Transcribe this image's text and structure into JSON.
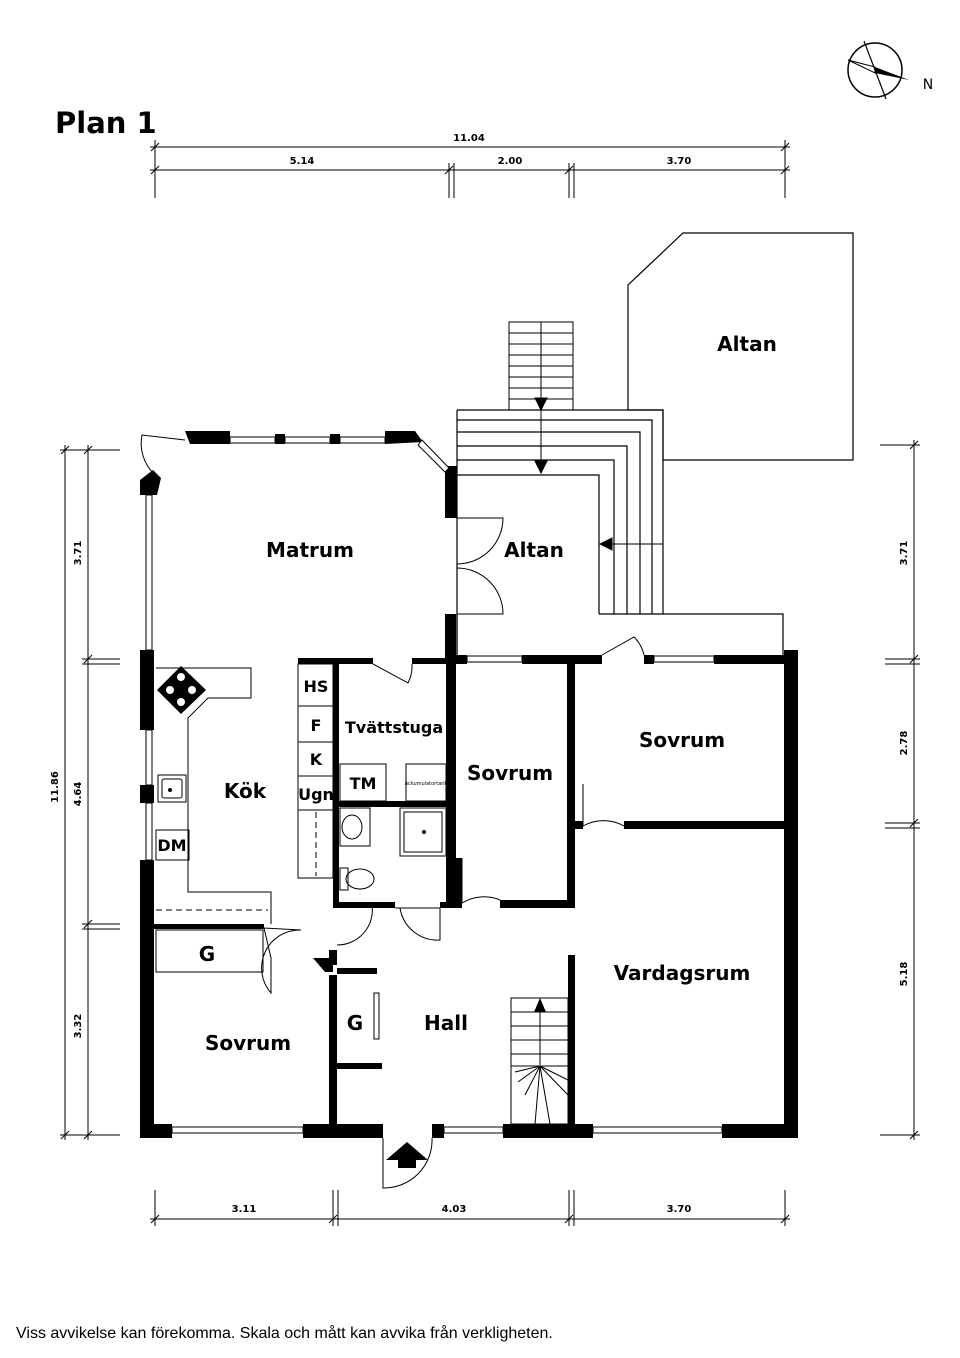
{
  "title": "Plan 1",
  "compass_label": "N",
  "rooms": {
    "altan_top": "Altan",
    "altan_mid": "Altan",
    "matrum": "Matrum",
    "kok": "Kök",
    "tvattstuga": "Tvättstuga",
    "sovrum_mid": "Sovrum",
    "sovrum_right": "Sovrum",
    "vardagsrum": "Vardagsrum",
    "hall": "Hall",
    "sovrum_bottom": "Sovrum"
  },
  "fixtures": {
    "hs": "HS",
    "f": "F",
    "k": "K",
    "ugn": "Ugn",
    "tm": "TM",
    "dm": "DM",
    "g_left": "G",
    "g_hall": "G",
    "tank": "Ackumulatortank"
  },
  "dimensions": {
    "top_total": "11.04",
    "top_1": "5.14",
    "top_2": "2.00",
    "top_3": "3.70",
    "left_total": "11.86",
    "left_1": "3.71",
    "left_2": "4.64",
    "left_3": "3.32",
    "right_1": "3.71",
    "right_2": "2.78",
    "right_3": "5.18",
    "bottom_1": "3.11",
    "bottom_2": "4.03",
    "bottom_3": "3.70"
  },
  "disclaimer": "Viss avvikelse kan förekomma. Skala och mått kan avvika från verkligheten."
}
